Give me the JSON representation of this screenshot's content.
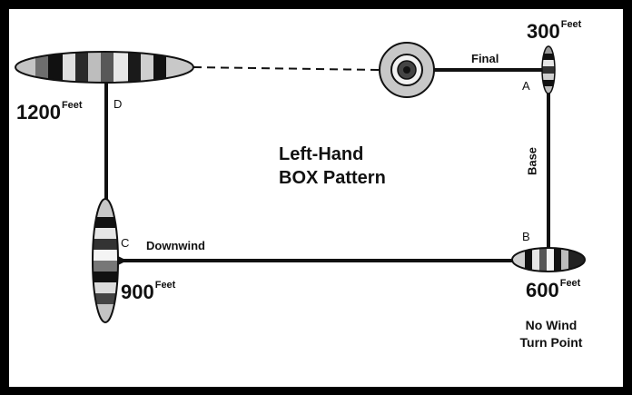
{
  "diagram": {
    "title_line1": "Left-Hand",
    "title_line2": "BOX Pattern",
    "legs": {
      "final": "Final",
      "base": "Base",
      "downwind": "Downwind"
    },
    "points": {
      "a": {
        "label": "A",
        "altitude": "300",
        "unit": "Feet"
      },
      "b": {
        "label": "B",
        "altitude": "600",
        "unit": "Feet"
      },
      "c": {
        "label": "C",
        "altitude": "900",
        "unit": "Feet"
      },
      "d": {
        "label": "D",
        "altitude": "1200",
        "unit": "Feet"
      }
    },
    "note_line1": "No Wind",
    "note_line2": "Turn Point",
    "colors": {
      "line": "#111111",
      "stripe_dark": "#111111",
      "stripe_mid": "#7a7a7a",
      "stripe_light": "#d4d4d4",
      "target_outer": "#c8c8c8"
    }
  }
}
